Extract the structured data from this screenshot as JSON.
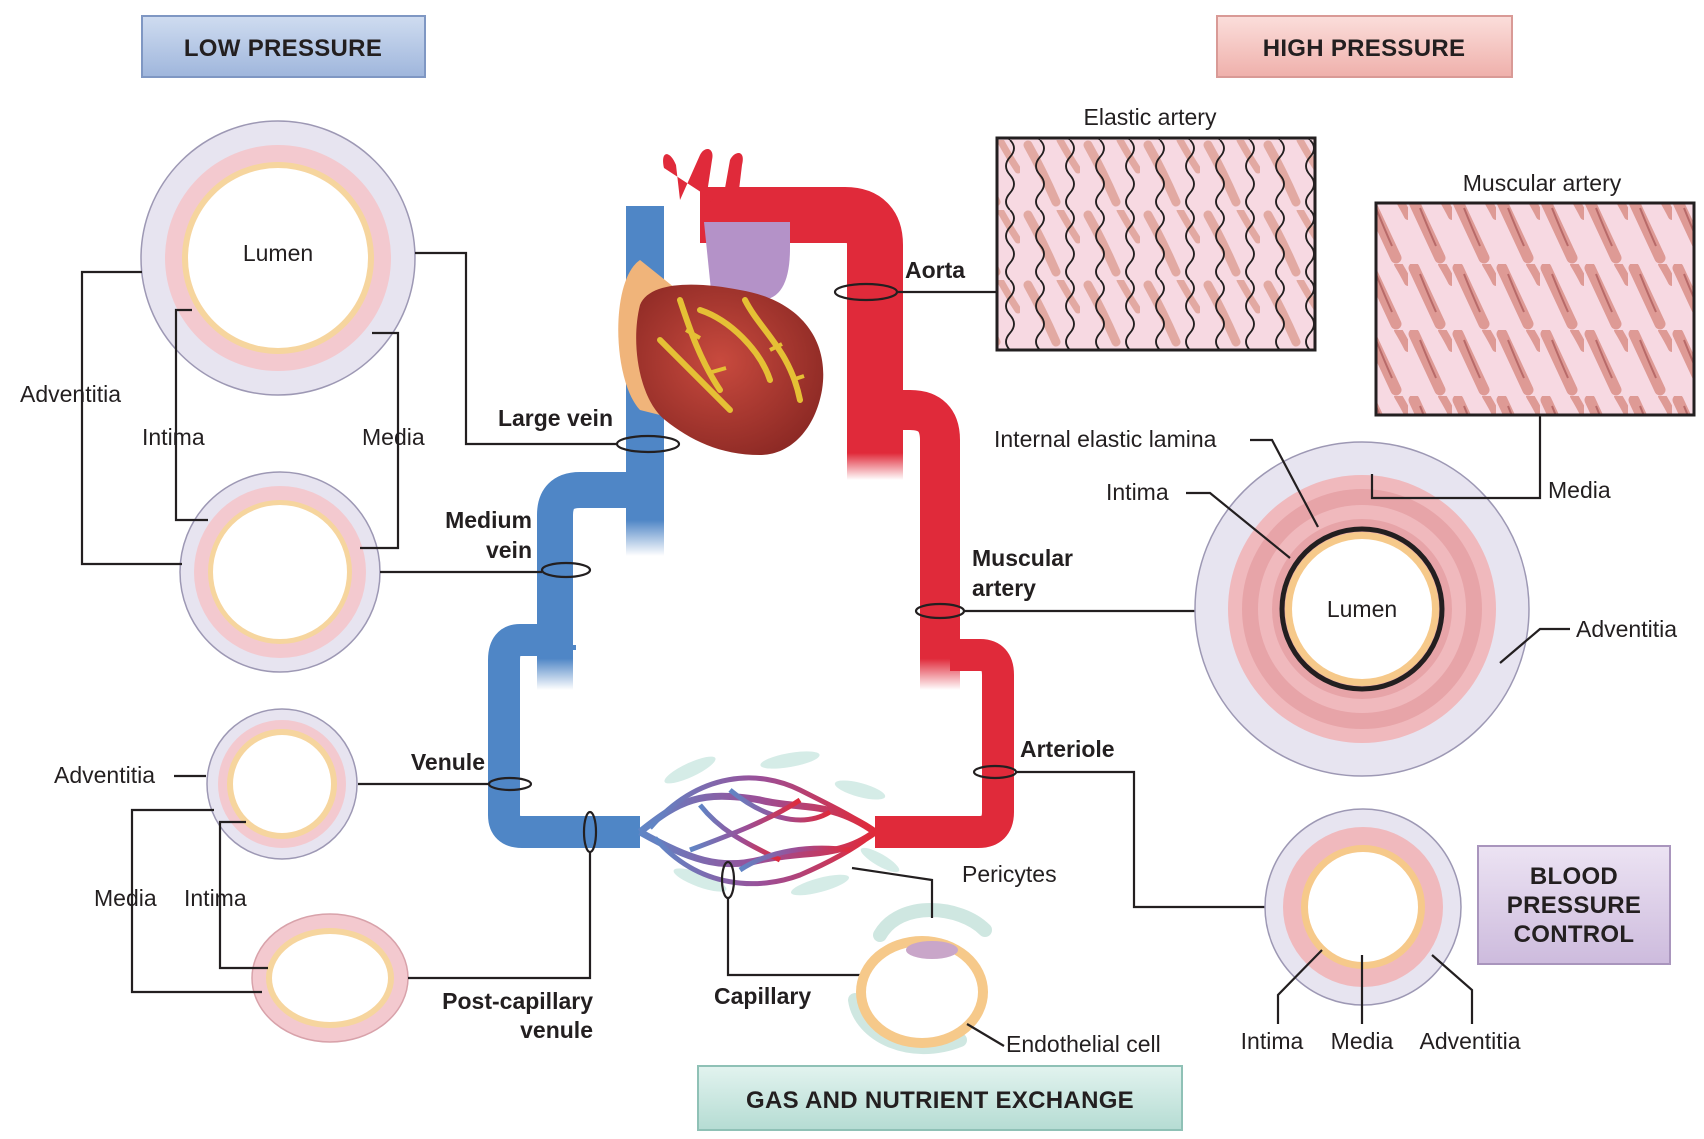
{
  "headers": {
    "low_pressure": "LOW PRESSURE",
    "high_pressure": "HIGH PRESSURE",
    "blood_pressure_control": [
      "BLOOD",
      "PRESSURE",
      "CONTROL"
    ],
    "gas_exchange": "GAS AND NUTRIENT EXCHANGE"
  },
  "vessels": {
    "aorta": "Aorta",
    "large_vein": "Large vein",
    "medium_vein": [
      "Medium",
      "vein"
    ],
    "muscular_artery": [
      "Muscular",
      "artery"
    ],
    "venule": "Venule",
    "arteriole": "Arteriole",
    "capillary": "Capillary",
    "post_capillary_venule": [
      "Post-capillary",
      "venule"
    ]
  },
  "tissue_panels": {
    "elastic_artery": "Elastic artery",
    "muscular_artery": "Muscular artery"
  },
  "layer_labels": {
    "lumen": "Lumen",
    "adventitia": "Adventitia",
    "intima": "Intima",
    "media": "Media",
    "internal_elastic_lamina": "Internal elastic lamina",
    "pericytes": "Pericytes",
    "endothelial_cell": "Endothelial cell"
  },
  "colors": {
    "artery_red": "#e02a3a",
    "vein_blue": "#4f86c6",
    "capillary_purple": "#8e4a8e",
    "low_pressure_box": "#b8cbe6",
    "high_pressure_box": "#f6c9c6",
    "bp_control_box": "#ddd0e8",
    "gas_exchange_box": "#cde8e2",
    "adventitia": "#e7e4f0",
    "media": "#f3c9cf",
    "intima": "#f6d59e"
  }
}
